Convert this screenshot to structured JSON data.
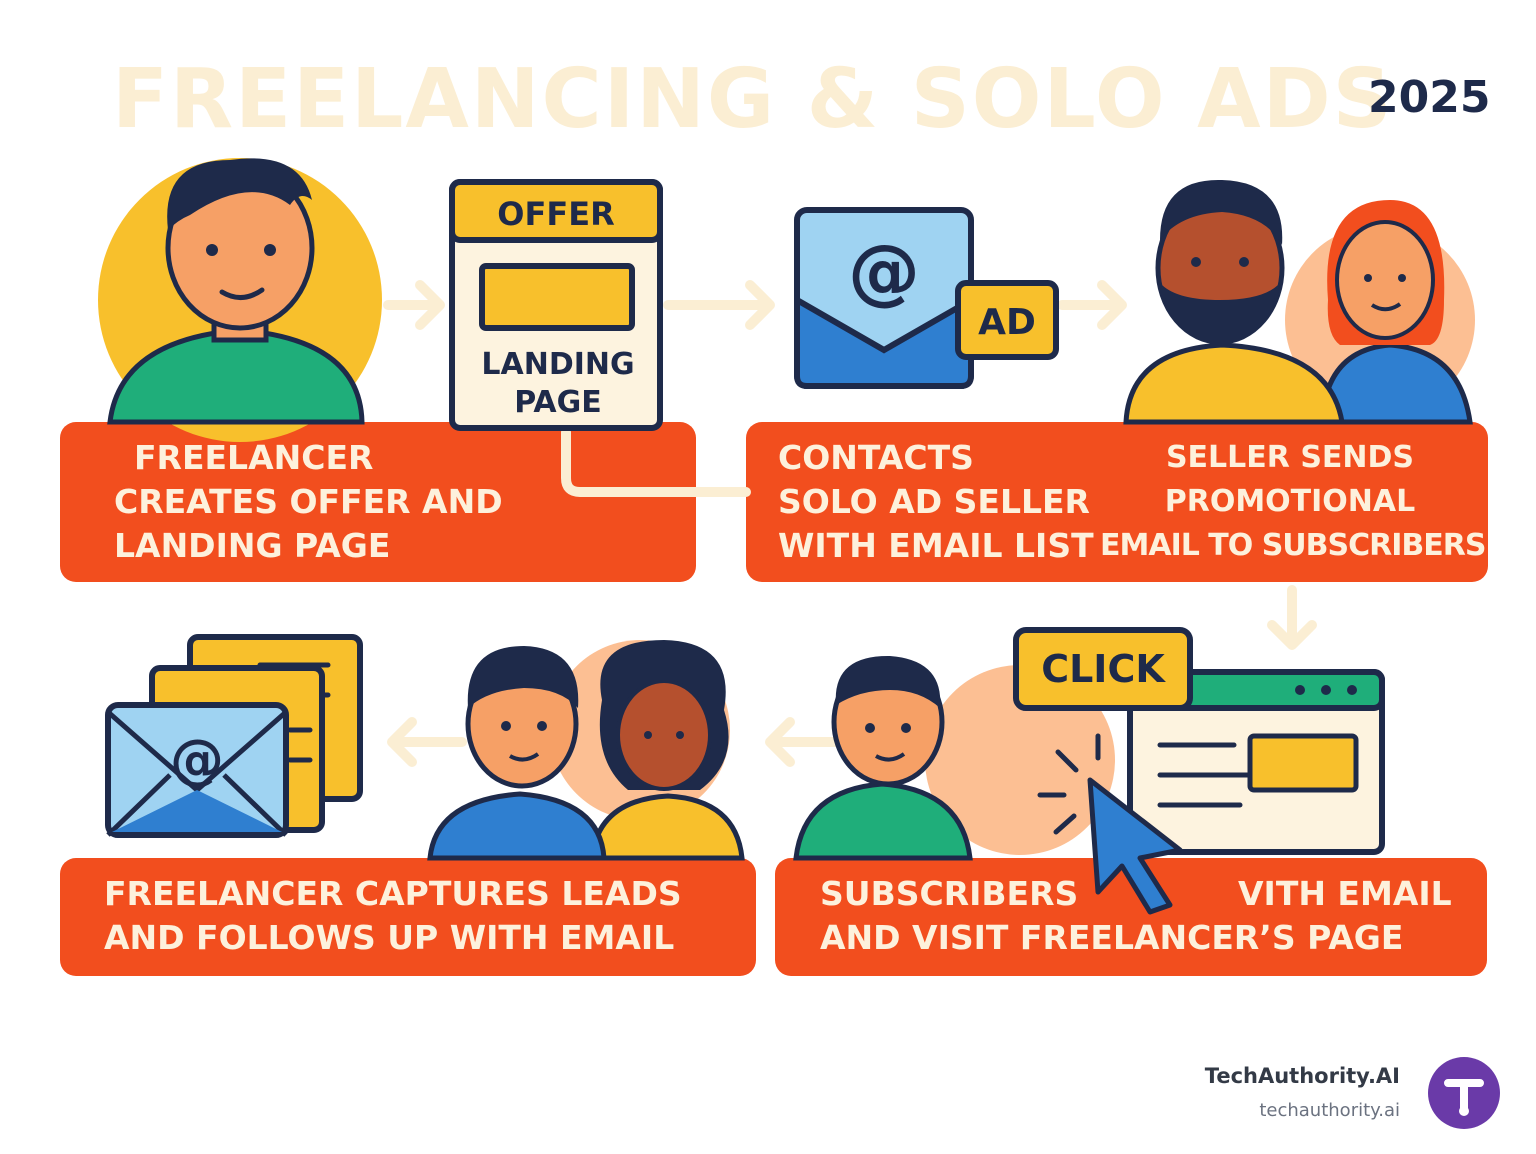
{
  "title": "FREELANCING & SOLO ADS",
  "year": "2025",
  "steps": {
    "s1": [
      "FREELANCER",
      "CREATES OFFER AND",
      "LANDING PAGE"
    ],
    "s2": [
      "CONTACTS",
      "SOLO AD SELLER",
      "WITH EMAIL LIST"
    ],
    "s3": [
      "SELLER SENDS",
      "PROMOTIONAL",
      "EMAIL TO SUBSCRIBERS"
    ],
    "s4": [
      "SUBSCRIBERS",
      "VITH EMAIL",
      "AND VISIT FREELANCER’S PAGE"
    ],
    "s5": [
      "FREELANCER CAPTURES LEADS",
      "AND FOLLOWS UP WITH EMAIL"
    ]
  },
  "labels": {
    "offer": "OFFER",
    "landing1": "LANDING",
    "landing2": "PAGE",
    "ad": "AD",
    "at": "@",
    "click": "CLICK"
  },
  "brand": {
    "name": "TechAuthority.AI",
    "url": "techauthority.ai"
  },
  "colors": {
    "orange": "#f24e1e",
    "yellow": "#f8c02c",
    "navy": "#1e2a4a",
    "blue": "#2f7fd0",
    "green": "#1fae7a",
    "purple": "#6a3aa8"
  }
}
